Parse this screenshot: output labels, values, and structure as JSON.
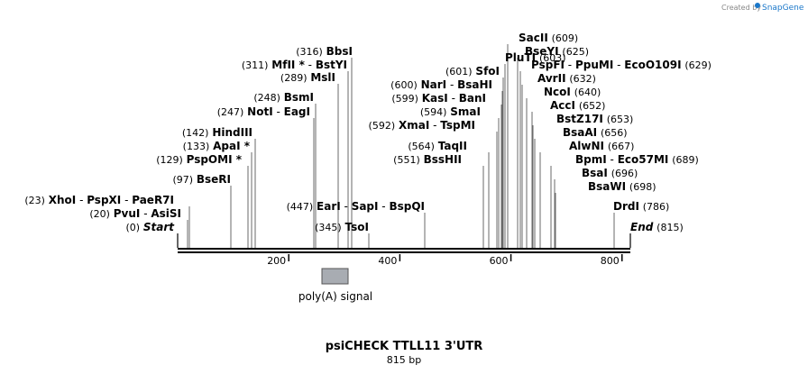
{
  "credit": {
    "prefix": "Created by",
    "brand": "SnapGene"
  },
  "title": "psiCHECK TTLL11 3'UTR",
  "length_label": "815 bp",
  "axis": {
    "start": 0,
    "end": 815,
    "ticks": [
      "200",
      "400",
      "600",
      "800"
    ]
  },
  "feature": {
    "label": "poly(A) signal"
  },
  "sites": [
    {
      "pos": "(0)",
      "names": [
        "Start"
      ],
      "italic": true
    },
    {
      "pos": "(20)",
      "names": [
        "PvuI",
        "AsiSI"
      ]
    },
    {
      "pos": "(23)",
      "names": [
        "XhoI",
        "PspXI",
        "PaeR7I"
      ]
    },
    {
      "pos": "(97)",
      "names": [
        "BseRI"
      ]
    },
    {
      "pos": "(129)",
      "names": [
        "PspOMI *"
      ]
    },
    {
      "pos": "(133)",
      "names": [
        "ApaI *"
      ]
    },
    {
      "pos": "(142)",
      "names": [
        "HindIII"
      ]
    },
    {
      "pos": "(247)",
      "names": [
        "NotI",
        "EagI"
      ]
    },
    {
      "pos": "(248)",
      "names": [
        "BsmI"
      ]
    },
    {
      "pos": "(289)",
      "names": [
        "MslI"
      ]
    },
    {
      "pos": "(311)",
      "names": [
        "MfII *",
        "BstYI"
      ]
    },
    {
      "pos": "(316)",
      "names": [
        "BbsI"
      ]
    },
    {
      "pos": "(345)",
      "names": [
        "TsoI"
      ]
    },
    {
      "pos": "(447)",
      "names": [
        "EarI",
        "SapI",
        "BspQI"
      ]
    },
    {
      "pos": "(551)",
      "names": [
        "BssHII"
      ]
    },
    {
      "pos": "(564)",
      "names": [
        "TaqII"
      ]
    },
    {
      "pos": "(592)",
      "names": [
        "XmaI",
        "TspMI"
      ]
    },
    {
      "pos": "(594)",
      "names": [
        "SmaI"
      ]
    },
    {
      "pos": "(599)",
      "names": [
        "KasI",
        "BanI"
      ]
    },
    {
      "pos": "(600)",
      "names": [
        "NarI",
        "BsaHI"
      ]
    },
    {
      "pos": "(601)",
      "names": [
        "SfoI"
      ]
    },
    {
      "pos": "(603)",
      "names": [
        "PluTI"
      ]
    },
    {
      "pos": "(609)",
      "names": [
        "SacII"
      ]
    },
    {
      "pos": "(625)",
      "names": [
        "BseYI"
      ]
    },
    {
      "pos": "(629)",
      "names": [
        "PspFI",
        "PpuMI",
        "EcoO109I"
      ]
    },
    {
      "pos": "(632)",
      "names": [
        "AvrII"
      ]
    },
    {
      "pos": "(640)",
      "names": [
        "NcoI"
      ]
    },
    {
      "pos": "(652)",
      "names": [
        "AccI"
      ]
    },
    {
      "pos": "(653)",
      "names": [
        "BstZ17I"
      ]
    },
    {
      "pos": "(656)",
      "names": [
        "BsaAI"
      ]
    },
    {
      "pos": "(667)",
      "names": [
        "AlwNI"
      ]
    },
    {
      "pos": "(689)",
      "names": [
        "BpmI",
        "Eco57MI"
      ]
    },
    {
      "pos": "(696)",
      "names": [
        "BsaI"
      ]
    },
    {
      "pos": "(698)",
      "names": [
        "BsaWI"
      ]
    },
    {
      "pos": "(786)",
      "names": [
        "DrdI"
      ]
    },
    {
      "pos": "(815)",
      "names": [
        "End"
      ],
      "italic": true
    }
  ]
}
